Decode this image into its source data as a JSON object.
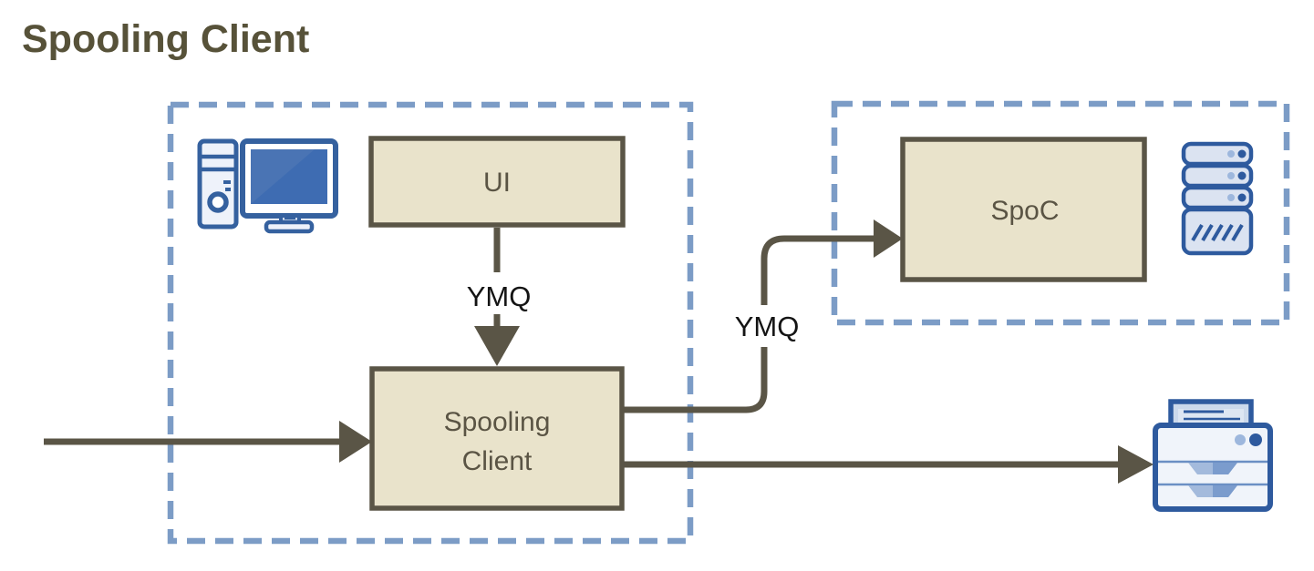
{
  "title": "Spooling Client",
  "diagram": {
    "nodes": {
      "ui": {
        "label": "UI"
      },
      "spooling_client": {
        "label": "Spooling Client",
        "line1": "Spooling",
        "line2": "Client"
      },
      "spoc": {
        "label": "SpoC"
      }
    },
    "groups": {
      "client_group": {
        "contains": [
          "desktop-computer-icon",
          "ui",
          "spooling_client"
        ]
      },
      "spoc_group": {
        "contains": [
          "spoc",
          "server-icon"
        ]
      }
    },
    "edges": [
      {
        "from": "ui",
        "to": "spooling_client",
        "label": "YMQ"
      },
      {
        "from": "spooling_client",
        "to": "spoc",
        "label": "YMQ"
      },
      {
        "from": "external-left",
        "to": "spooling_client"
      },
      {
        "from": "spooling_client",
        "to": "printer"
      }
    ],
    "icons": [
      "desktop-computer-icon",
      "server-icon",
      "printer-icon"
    ],
    "colors": {
      "node_fill": "#e9e3cb",
      "node_border": "#5a5546",
      "arrow": "#5a5546",
      "group_dash_border": "#7c9cc6",
      "title_text": "#575239",
      "node_label_text": "#5a5444",
      "edge_label_text": "#141414",
      "icon_stroke_blue": "#35619f",
      "icon_stroke_blue_dark": "#2e5a9e",
      "icon_fill_light": "#eef2fa",
      "icon_screen_blue": "#3e6cb2"
    }
  }
}
